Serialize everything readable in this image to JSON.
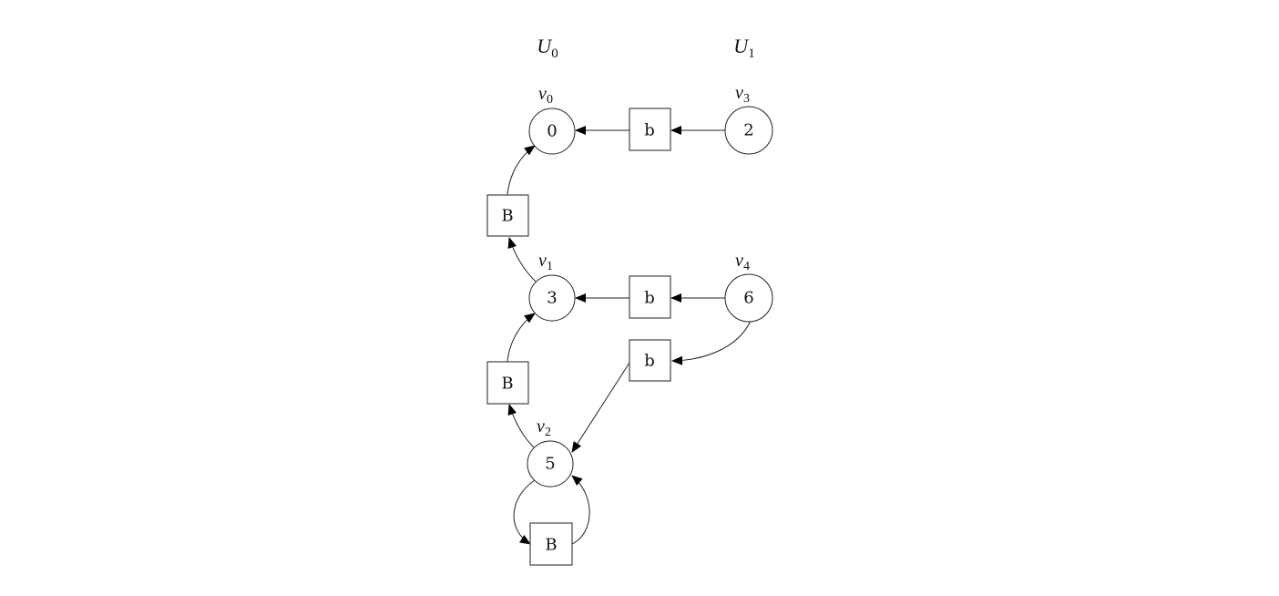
{
  "diagram": {
    "set_labels": [
      {
        "id": "U0",
        "base": "U",
        "sub": "0"
      },
      {
        "id": "U1",
        "base": "U",
        "sub": "1"
      }
    ],
    "vertices": [
      {
        "id": "v0",
        "base": "v",
        "sub": "0",
        "value": "0",
        "player": "U0"
      },
      {
        "id": "v1",
        "base": "v",
        "sub": "1",
        "value": "3",
        "player": "U0"
      },
      {
        "id": "v2",
        "base": "v",
        "sub": "2",
        "value": "5",
        "player": "U0"
      },
      {
        "id": "v3",
        "base": "v",
        "sub": "3",
        "value": "2",
        "player": "U1"
      },
      {
        "id": "v4",
        "base": "v",
        "sub": "4",
        "value": "6",
        "player": "U1"
      }
    ],
    "edge_labels": [
      {
        "id": "e_v3_v0",
        "label": "b",
        "from": "v3",
        "to": "v0"
      },
      {
        "id": "e_v1_v0",
        "label": "B",
        "from": "v1",
        "to": "v0"
      },
      {
        "id": "e_v4_v1",
        "label": "b",
        "from": "v4",
        "to": "v1"
      },
      {
        "id": "e_v4_v2",
        "label": "b",
        "from": "v4",
        "to": "v2"
      },
      {
        "id": "e_v2_v1",
        "label": "B",
        "from": "v2",
        "to": "v1"
      },
      {
        "id": "e_v2_v2",
        "label": "B",
        "from": "v2",
        "to": "v2"
      }
    ],
    "colors": {
      "stroke": "#222222",
      "background": "#ffffff"
    }
  }
}
